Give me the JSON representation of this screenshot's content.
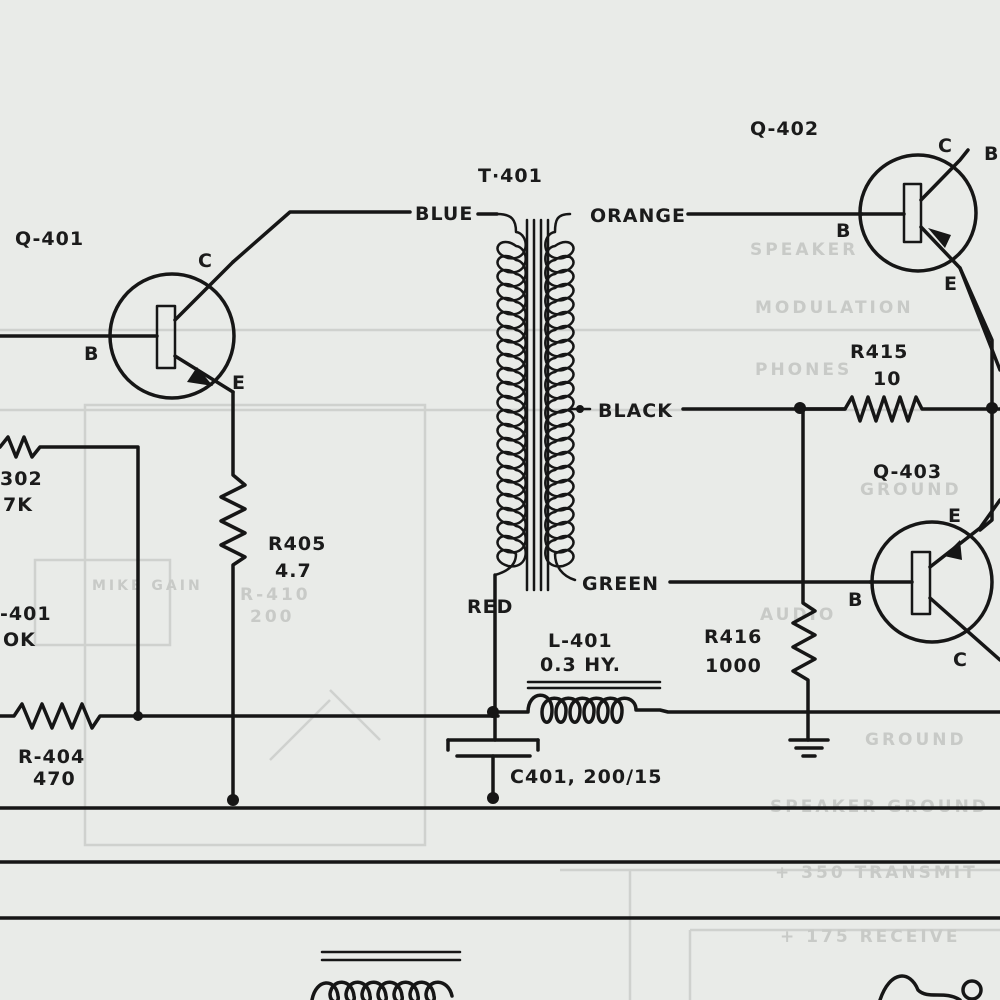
{
  "components": {
    "q401": "Q-401",
    "q402": "Q-402",
    "q403": "Q-403",
    "t401": "T·401",
    "r405_name": "R405",
    "r405_value": "4.7",
    "r415_name": "R415",
    "r415_value": "10",
    "r416_name": "R416",
    "r416_value": "1000",
    "l401_name": "L-401",
    "l401_value": "0.3 HY.",
    "c401": "C401, 200/15",
    "r404_name": "R-404",
    "r404_value": "470",
    "r402_partial_name": "302",
    "r402_partial_value": "7K",
    "r401_partial_name": "-401",
    "r401_partial_value": "OK"
  },
  "wire_colors": {
    "blue": "BLUE",
    "orange": "ORANGE",
    "black": "BLACK",
    "green": "GREEN",
    "red": "RED"
  },
  "pins": {
    "b": "B",
    "c": "C",
    "e": "E"
  },
  "faded_labels": {
    "speaker": "SPEAKER",
    "modulation": "MODULATION",
    "phones": "PHONES",
    "mike_ground": "GROUND",
    "mike_audio": "AUDIO",
    "ground": "GROUND",
    "speaker_ground": "SPEAKER GROUND",
    "transmit": "+ 350 TRANSMIT",
    "receive": "+ 175 RECEIVE",
    "mike_gain": "MIKE GAIN",
    "r410": "R-410",
    "r410_value": "200"
  }
}
